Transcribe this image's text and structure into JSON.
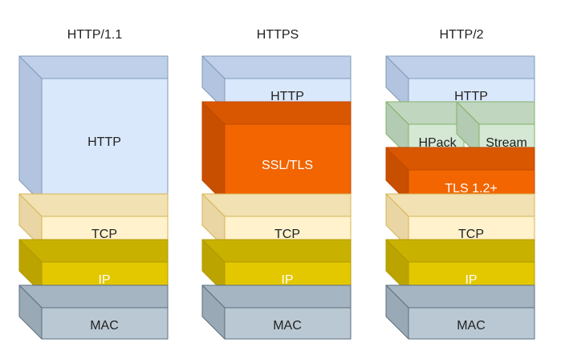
{
  "colors": {
    "http": {
      "front": "#dae8fc",
      "top": "#c0d0ea",
      "side": "#b3c4e0",
      "stroke": "#7f9ab8",
      "text": "#222222"
    },
    "tls": {
      "front": "#f26500",
      "top": "#d95700",
      "side": "#c94f00",
      "stroke": "#c04a00",
      "text": "#ffffff"
    },
    "tcp": {
      "front": "#fff2cc",
      "top": "#f2e1b2",
      "side": "#ead6a4",
      "stroke": "#d6b656",
      "text": "#222222"
    },
    "ip": {
      "front": "#e3c800",
      "top": "#c9b100",
      "side": "#bba400",
      "stroke": "#b09a00",
      "text": "#ffffff"
    },
    "mac": {
      "front": "#bac8d3",
      "top": "#a6b5c2",
      "side": "#99a9b6",
      "stroke": "#5c6f7f",
      "text": "#222222"
    },
    "sub": {
      "front": "#d5e8d4",
      "top": "#c0d6bf",
      "side": "#b3cbb2",
      "stroke": "#82b366",
      "text": "#222222"
    }
  },
  "stacks": [
    {
      "title": "HTTP/1.1",
      "layers": [
        {
          "id": "http",
          "label": "HTTP",
          "style": "http"
        },
        {
          "id": "tcp",
          "label": "TCP",
          "style": "tcp"
        },
        {
          "id": "ip",
          "label": "IP",
          "style": "ip"
        },
        {
          "id": "mac",
          "label": "MAC",
          "style": "mac"
        }
      ]
    },
    {
      "title": "HTTPS",
      "layers": [
        {
          "id": "http",
          "label": "HTTP",
          "style": "http"
        },
        {
          "id": "ssl-tls",
          "label": "SSL/TLS",
          "style": "tls"
        },
        {
          "id": "tcp",
          "label": "TCP",
          "style": "tcp"
        },
        {
          "id": "ip",
          "label": "IP",
          "style": "ip"
        },
        {
          "id": "mac",
          "label": "MAC",
          "style": "mac"
        }
      ]
    },
    {
      "title": "HTTP/2",
      "layers": [
        {
          "id": "http",
          "label": "HTTP",
          "style": "http"
        },
        {
          "id": "hpack",
          "label": "HPack",
          "style": "sub"
        },
        {
          "id": "stream",
          "label": "Stream",
          "style": "sub"
        },
        {
          "id": "tls",
          "label": "TLS 1.2+",
          "style": "tls"
        },
        {
          "id": "tcp",
          "label": "TCP",
          "style": "tcp"
        },
        {
          "id": "ip",
          "label": "IP",
          "style": "ip"
        },
        {
          "id": "mac",
          "label": "MAC",
          "style": "mac"
        }
      ]
    }
  ]
}
